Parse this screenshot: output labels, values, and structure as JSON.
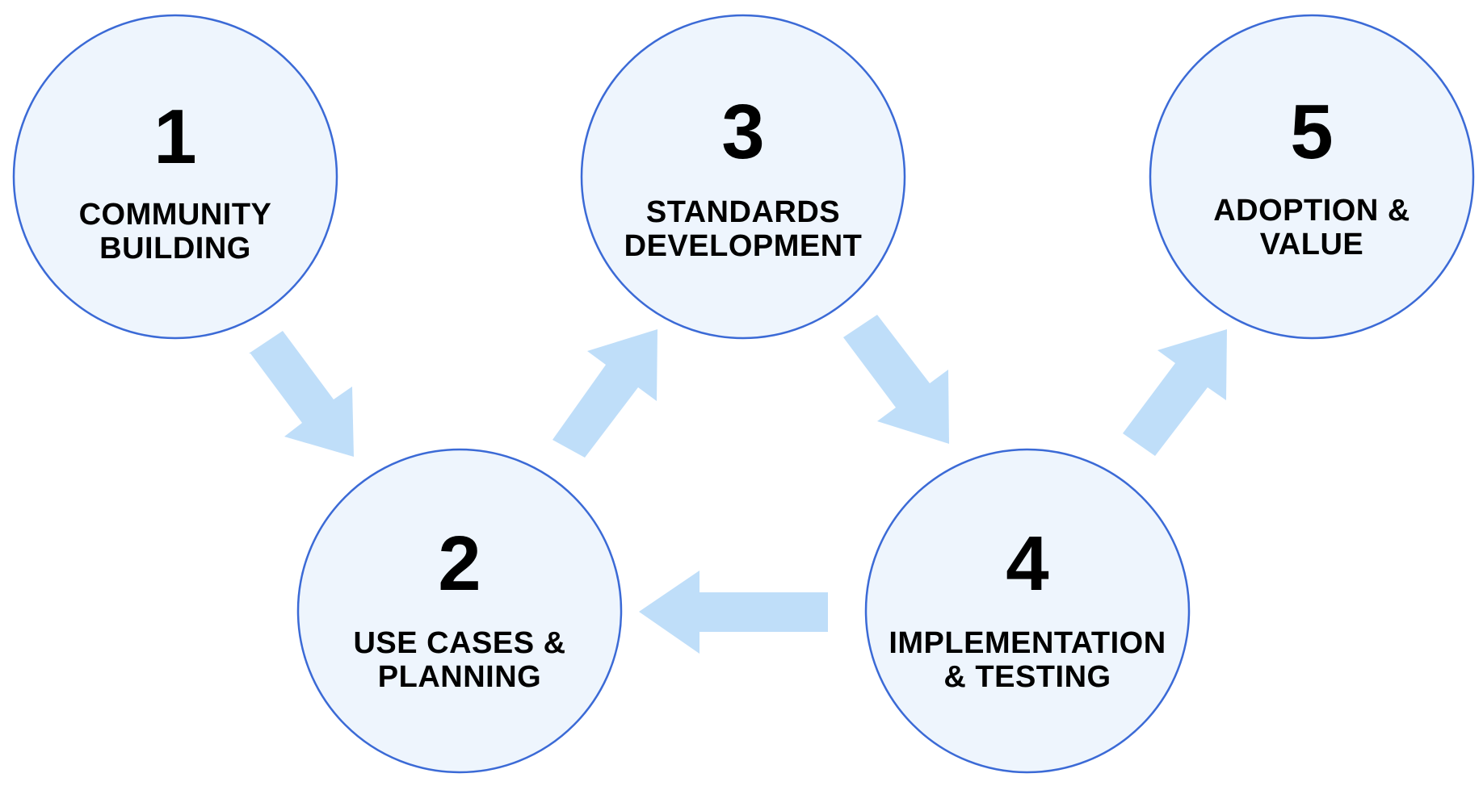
{
  "colors": {
    "circle_fill": "#eef5fd",
    "circle_stroke": "#3b6ad6",
    "arrow_fill": "#bfdef9",
    "text": "#000000",
    "background": "#ffffff"
  },
  "steps": [
    {
      "number": "1",
      "line1": "COMMUNITY",
      "line2": "BUILDING"
    },
    {
      "number": "2",
      "line1": "USE CASES &",
      "line2": "PLANNING"
    },
    {
      "number": "3",
      "line1": "STANDARDS",
      "line2": "DEVELOPMENT"
    },
    {
      "number": "4",
      "line1": "IMPLEMENTATION",
      "line2": "& TESTING"
    },
    {
      "number": "5",
      "line1": "ADOPTION &",
      "line2": "VALUE"
    }
  ],
  "connections": [
    {
      "from": "1",
      "to": "2"
    },
    {
      "from": "2",
      "to": "3"
    },
    {
      "from": "3",
      "to": "4"
    },
    {
      "from": "4",
      "to": "2"
    },
    {
      "from": "4",
      "to": "5"
    }
  ]
}
